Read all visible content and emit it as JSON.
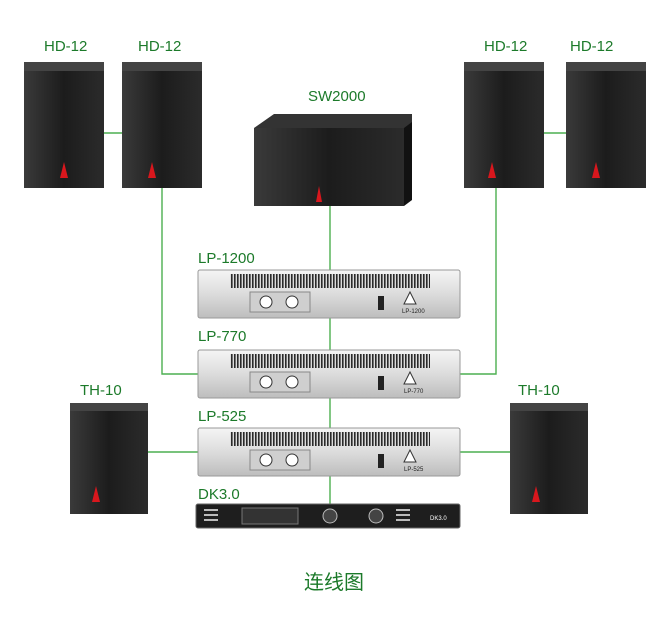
{
  "labels": {
    "hd12_1": "HD-12",
    "hd12_2": "HD-12",
    "hd12_3": "HD-12",
    "hd12_4": "HD-12",
    "sw2000": "SW2000",
    "lp1200": "LP-1200",
    "lp770": "LP-770",
    "lp525": "LP-525",
    "th10_left": "TH-10",
    "th10_right": "TH-10",
    "dk30": "DK3.0"
  },
  "panel_labels": {
    "lp1200": "LP-1200",
    "lp770": "LP-770",
    "lp525": "LP-525",
    "dk30": "DK3.0"
  },
  "caption": "连线图",
  "colors": {
    "label_green": "#1c7a2a",
    "wire_green": "#4caf50",
    "speaker_body": "#1b1b1b",
    "speaker_accent": "#d8171d",
    "amp_silver": "#e2e2e2"
  }
}
